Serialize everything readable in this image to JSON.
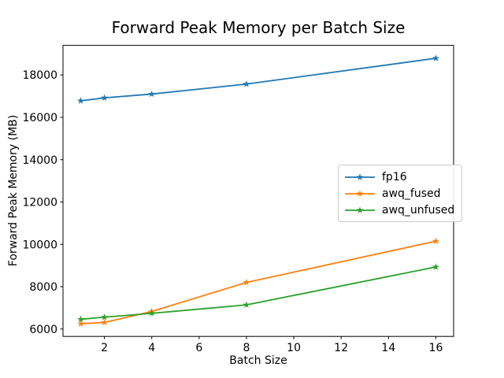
{
  "chart_data": {
    "type": "line",
    "title": "Forward Peak Memory per Batch Size",
    "xlabel": "Batch Size",
    "ylabel": "Forward Peak Memory (MB)",
    "x": [
      1,
      2,
      4,
      8,
      16
    ],
    "series": [
      {
        "name": "fp16",
        "color": "#1f77b4",
        "marker": "star",
        "values": [
          16780,
          16920,
          17100,
          17570,
          18790
        ]
      },
      {
        "name": "awq_fused",
        "color": "#ff7f0e",
        "marker": "star",
        "values": [
          6250,
          6310,
          6830,
          8200,
          10150
        ]
      },
      {
        "name": "awq_unfused",
        "color": "#2ca02c",
        "marker": "star",
        "values": [
          6460,
          6560,
          6740,
          7140,
          8930
        ]
      }
    ],
    "xticks": [
      2,
      4,
      6,
      8,
      10,
      12,
      14,
      16
    ],
    "yticks": [
      6000,
      8000,
      10000,
      12000,
      14000,
      16000,
      18000
    ],
    "xlim": [
      0.25,
      16.75
    ],
    "ylim": [
      5650,
      19400
    ],
    "grid": false,
    "legend_position": "center right",
    "axis_color": "#000000",
    "background": "#ffffff"
  }
}
